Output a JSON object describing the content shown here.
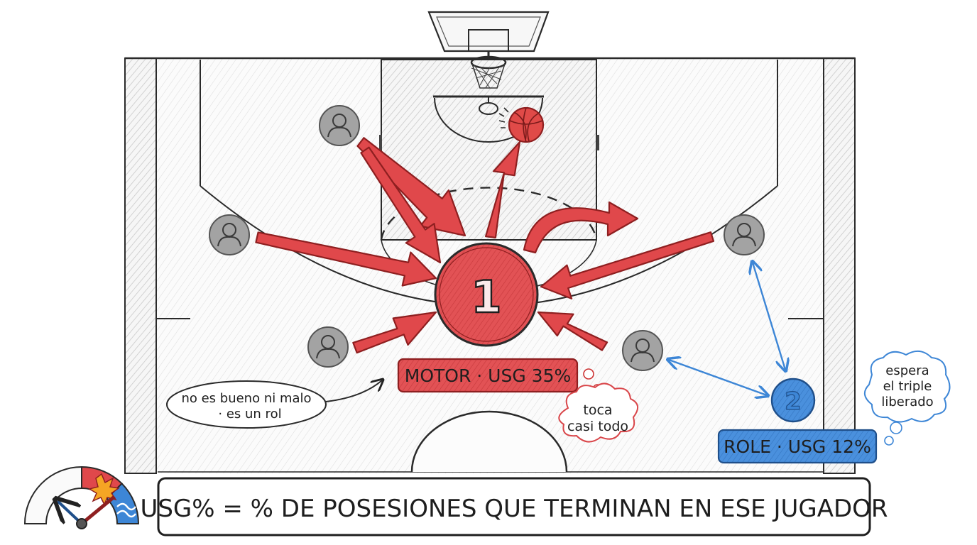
{
  "players": {
    "motor": {
      "number": "1",
      "label": "MOTOR · USG 35%",
      "thought": [
        "toca",
        "casi todo"
      ]
    },
    "role": {
      "number": "2",
      "label": "ROLE · USG 12%",
      "thought": [
        "espera",
        "el triple",
        "liberado"
      ]
    }
  },
  "note": {
    "lines": [
      "no es bueno ni malo",
      "· es un rol"
    ]
  },
  "formula": {
    "text": "USG% = % DE POSESIONES QUE TERMINAN EN ESE JUGADOR"
  },
  "gauge": {
    "level": 0.78
  },
  "colors": {
    "red": "#e0484b",
    "red_dark": "#8e1f20",
    "blue": "#3d86d6",
    "blue_dark": "#1f4f8a",
    "gray_player": "#9a9a9a",
    "court_line": "#2a2a2a",
    "hatch": "#d4d4d4"
  },
  "icons": [
    "backboard-icon",
    "hoop-icon",
    "basketball-icon",
    "player-avatar-icon",
    "usage-gauge-icon",
    "explosion-icon",
    "wave-icon"
  ]
}
